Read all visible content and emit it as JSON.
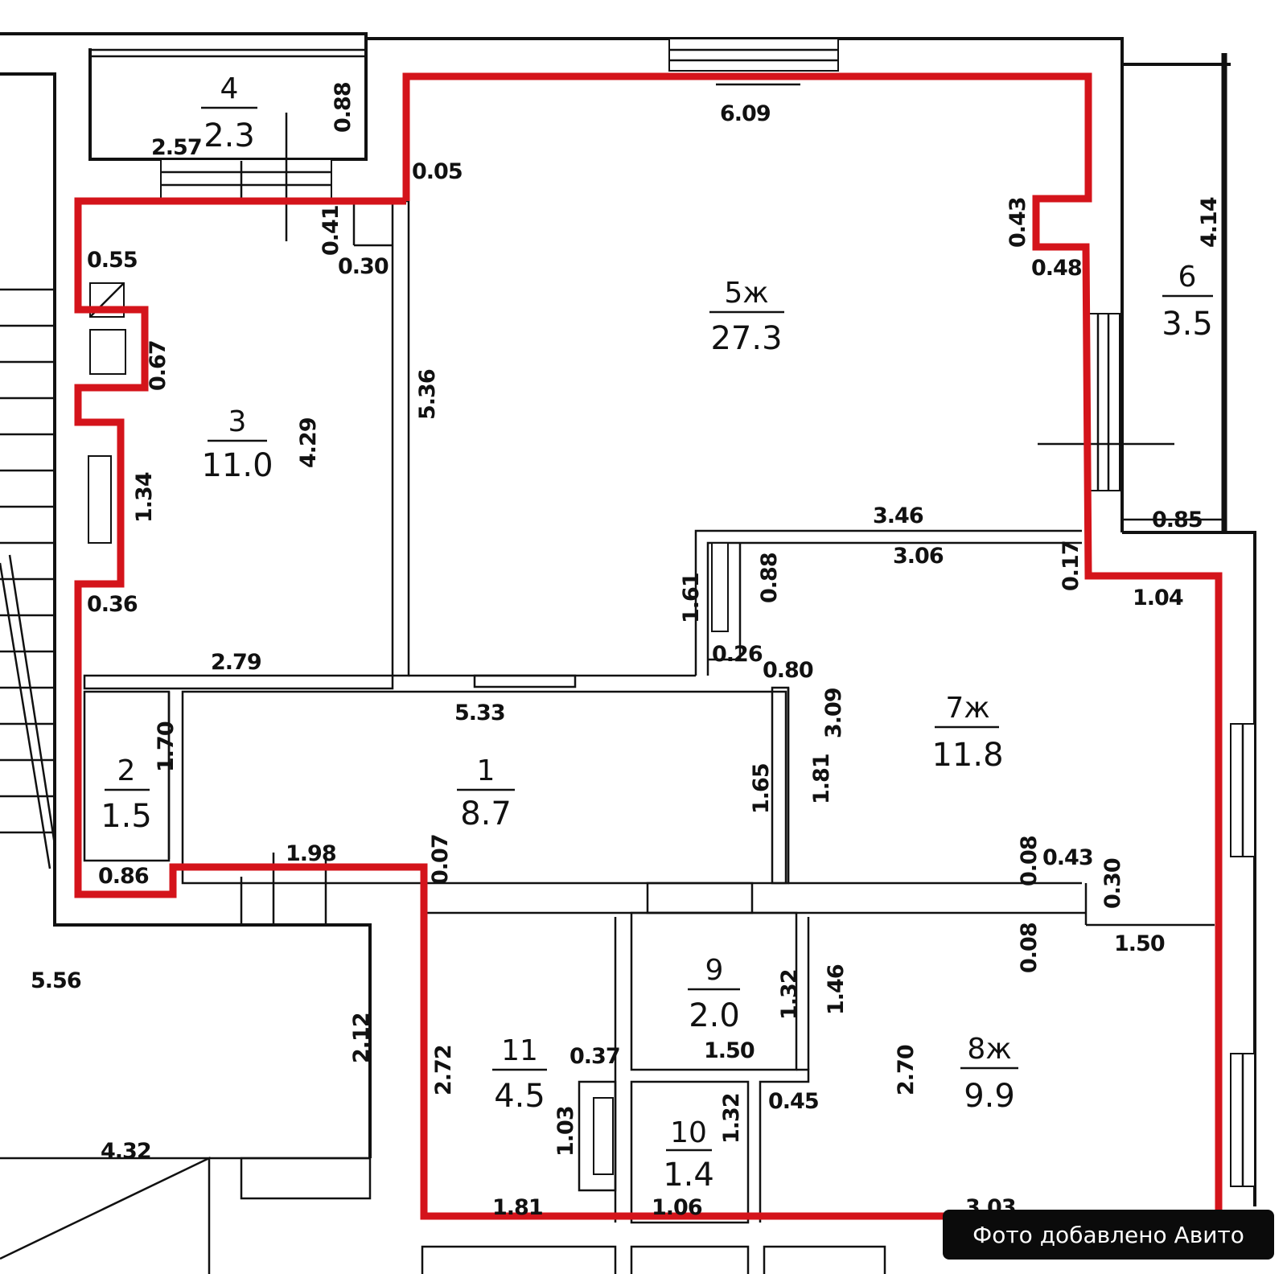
{
  "watermark": "Фото добавлено Авито",
  "colors": {
    "apartment_outline": "#d4141b",
    "walls": "#111111",
    "badge_bg": "#0b0b0b"
  },
  "rooms": [
    {
      "id": "r1",
      "number": "1",
      "area": "8.7"
    },
    {
      "id": "r2",
      "number": "2",
      "area": "1.5"
    },
    {
      "id": "r3",
      "number": "3",
      "area": "11.0"
    },
    {
      "id": "r4",
      "number": "4",
      "area": "2.3"
    },
    {
      "id": "r5",
      "number": "5ж",
      "area": "27.3"
    },
    {
      "id": "r6",
      "number": "6",
      "area": "3.5"
    },
    {
      "id": "r7",
      "number": "7ж",
      "area": "11.8"
    },
    {
      "id": "r8",
      "number": "8ж",
      "area": "9.9"
    },
    {
      "id": "r9",
      "number": "9",
      "area": "2.0"
    },
    {
      "id": "r10",
      "number": "10",
      "area": "1.4"
    },
    {
      "id": "r11",
      "number": "11",
      "area": "4.5"
    }
  ],
  "dimensions": [
    "6.09",
    "0.88",
    "2.57",
    "0.05",
    "0.41",
    "0.30",
    "0.55",
    "0.67",
    "1.34",
    "0.36",
    "4.29",
    "2.79",
    "5.36",
    "0.43",
    "0.48",
    "4.14",
    "3.46",
    "0.85",
    "3.06",
    "0.88",
    "0.17",
    "1.04",
    "1.61",
    "0.26",
    "0.80",
    "3.09",
    "5.33",
    "1.70",
    "1.65",
    "1.81",
    "0.86",
    "1.98",
    "0.07",
    "0.08",
    "0.43",
    "0.30",
    "0.08",
    "1.50",
    "5.56",
    "2.12",
    "1.46",
    "1.32",
    "1.50",
    "0.37",
    "2.72",
    "2.70",
    "0.45",
    "1.03",
    "1.32",
    "4.32",
    "1.81",
    "1.06",
    "3.03"
  ]
}
